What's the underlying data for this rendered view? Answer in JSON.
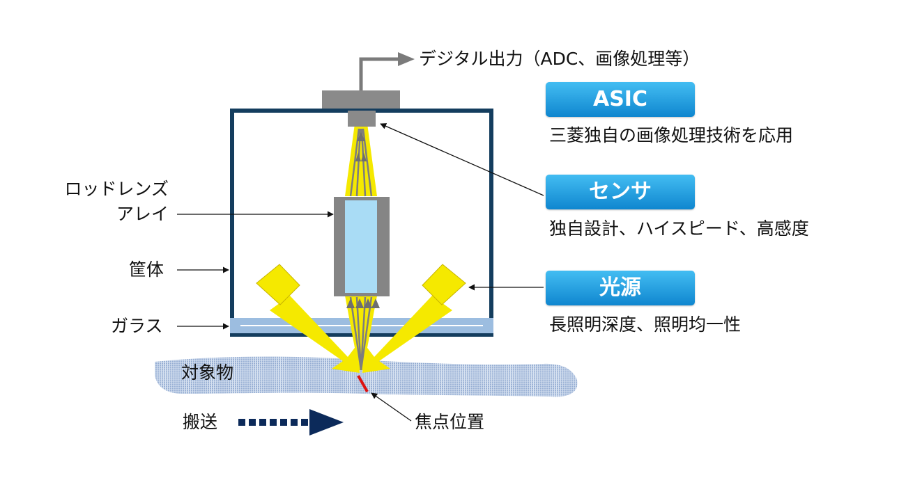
{
  "labels": {
    "output": "デジタル出力（ADC、画像処理等）",
    "rod_lens_line1": "ロッドレンズ",
    "rod_lens_line2": "アレイ",
    "housing": "筐体",
    "glass": "ガラス",
    "object": "対象物",
    "transport": "搬送",
    "focal_point": "焦点位置"
  },
  "components": [
    {
      "name": "ASIC",
      "description": "三菱独自の画像処理技術を応用"
    },
    {
      "name": "センサ",
      "description": "独自設計、ハイスピード、高感度"
    },
    {
      "name": "光源",
      "description": "長照明深度、照明均一性"
    }
  ],
  "colors": {
    "badge_gradient_top": "#43bdf2",
    "badge_gradient_bottom": "#0f86cf",
    "housing_frame": "#143d5e",
    "light_beam": "#f5e900",
    "lens_core": "#a9dcf5",
    "lens_body": "#858585",
    "glass": "#9cbde0",
    "transport_arrow": "#0c2a5a",
    "focal_mark": "#dd1111"
  }
}
